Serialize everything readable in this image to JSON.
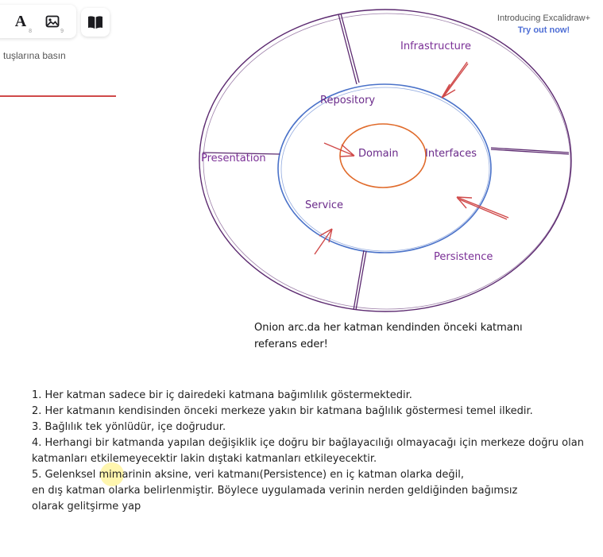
{
  "toolbar": {
    "text_tool": {
      "icon": "text-tool-icon",
      "glyph": "A",
      "shortcut": "8"
    },
    "image_tool": {
      "icon": "image-icon",
      "shortcut": "9"
    },
    "library_icon": "library-book-icon"
  },
  "hint_text": "tuşlarına basın",
  "promo": {
    "title": "Introducing Excalidraw+",
    "link": "Try out now!"
  },
  "diagram": {
    "layers": {
      "outer": [
        "Infrastructure",
        "Presentation",
        "Persistence"
      ],
      "middle": [
        "Repository",
        "Interfaces",
        "Service"
      ],
      "core": "Domain"
    },
    "colors": {
      "outer_ring": "#5c2a70",
      "middle_ring": "#4a72c9",
      "core_ring": "#e06a2a",
      "arrows": "#d04a4a",
      "labels": "#7a2f96"
    }
  },
  "note": {
    "line1": "Onion arc.da her katman kendinden önceki katmanı",
    "line2": "referans eder!"
  },
  "list": {
    "item1": "1. Her katman sadece bir iç dairedeki katmana bağımlılık göstermektedir.",
    "item2": "2. Her katmanın kendisinden önceki merkeze yakın bir katmana bağlılık göstermesi temel ilkedir.",
    "item3": "3. Bağlılık tek yönlüdür, içe doğrudur.",
    "item4": "4. Herhangi bir katmanda yapılan değişiklik içe doğru bir bağlayacılığı olmayacağı için merkeze doğru olan katmanları etkilemeyecektir lakin dıştaki katmanları etkileyecektir.",
    "item5_line1": "5. Gelenksel mimarinin aksine, veri katmanı(Persistence) en iç katman olarka değil,",
    "item5_line2": "en dış katman olarka belirlenmiştir. Böylece uygulamada verinin nerden geldiğinden bağımsız",
    "item5_line3": "olarak gelitşirme yap"
  }
}
